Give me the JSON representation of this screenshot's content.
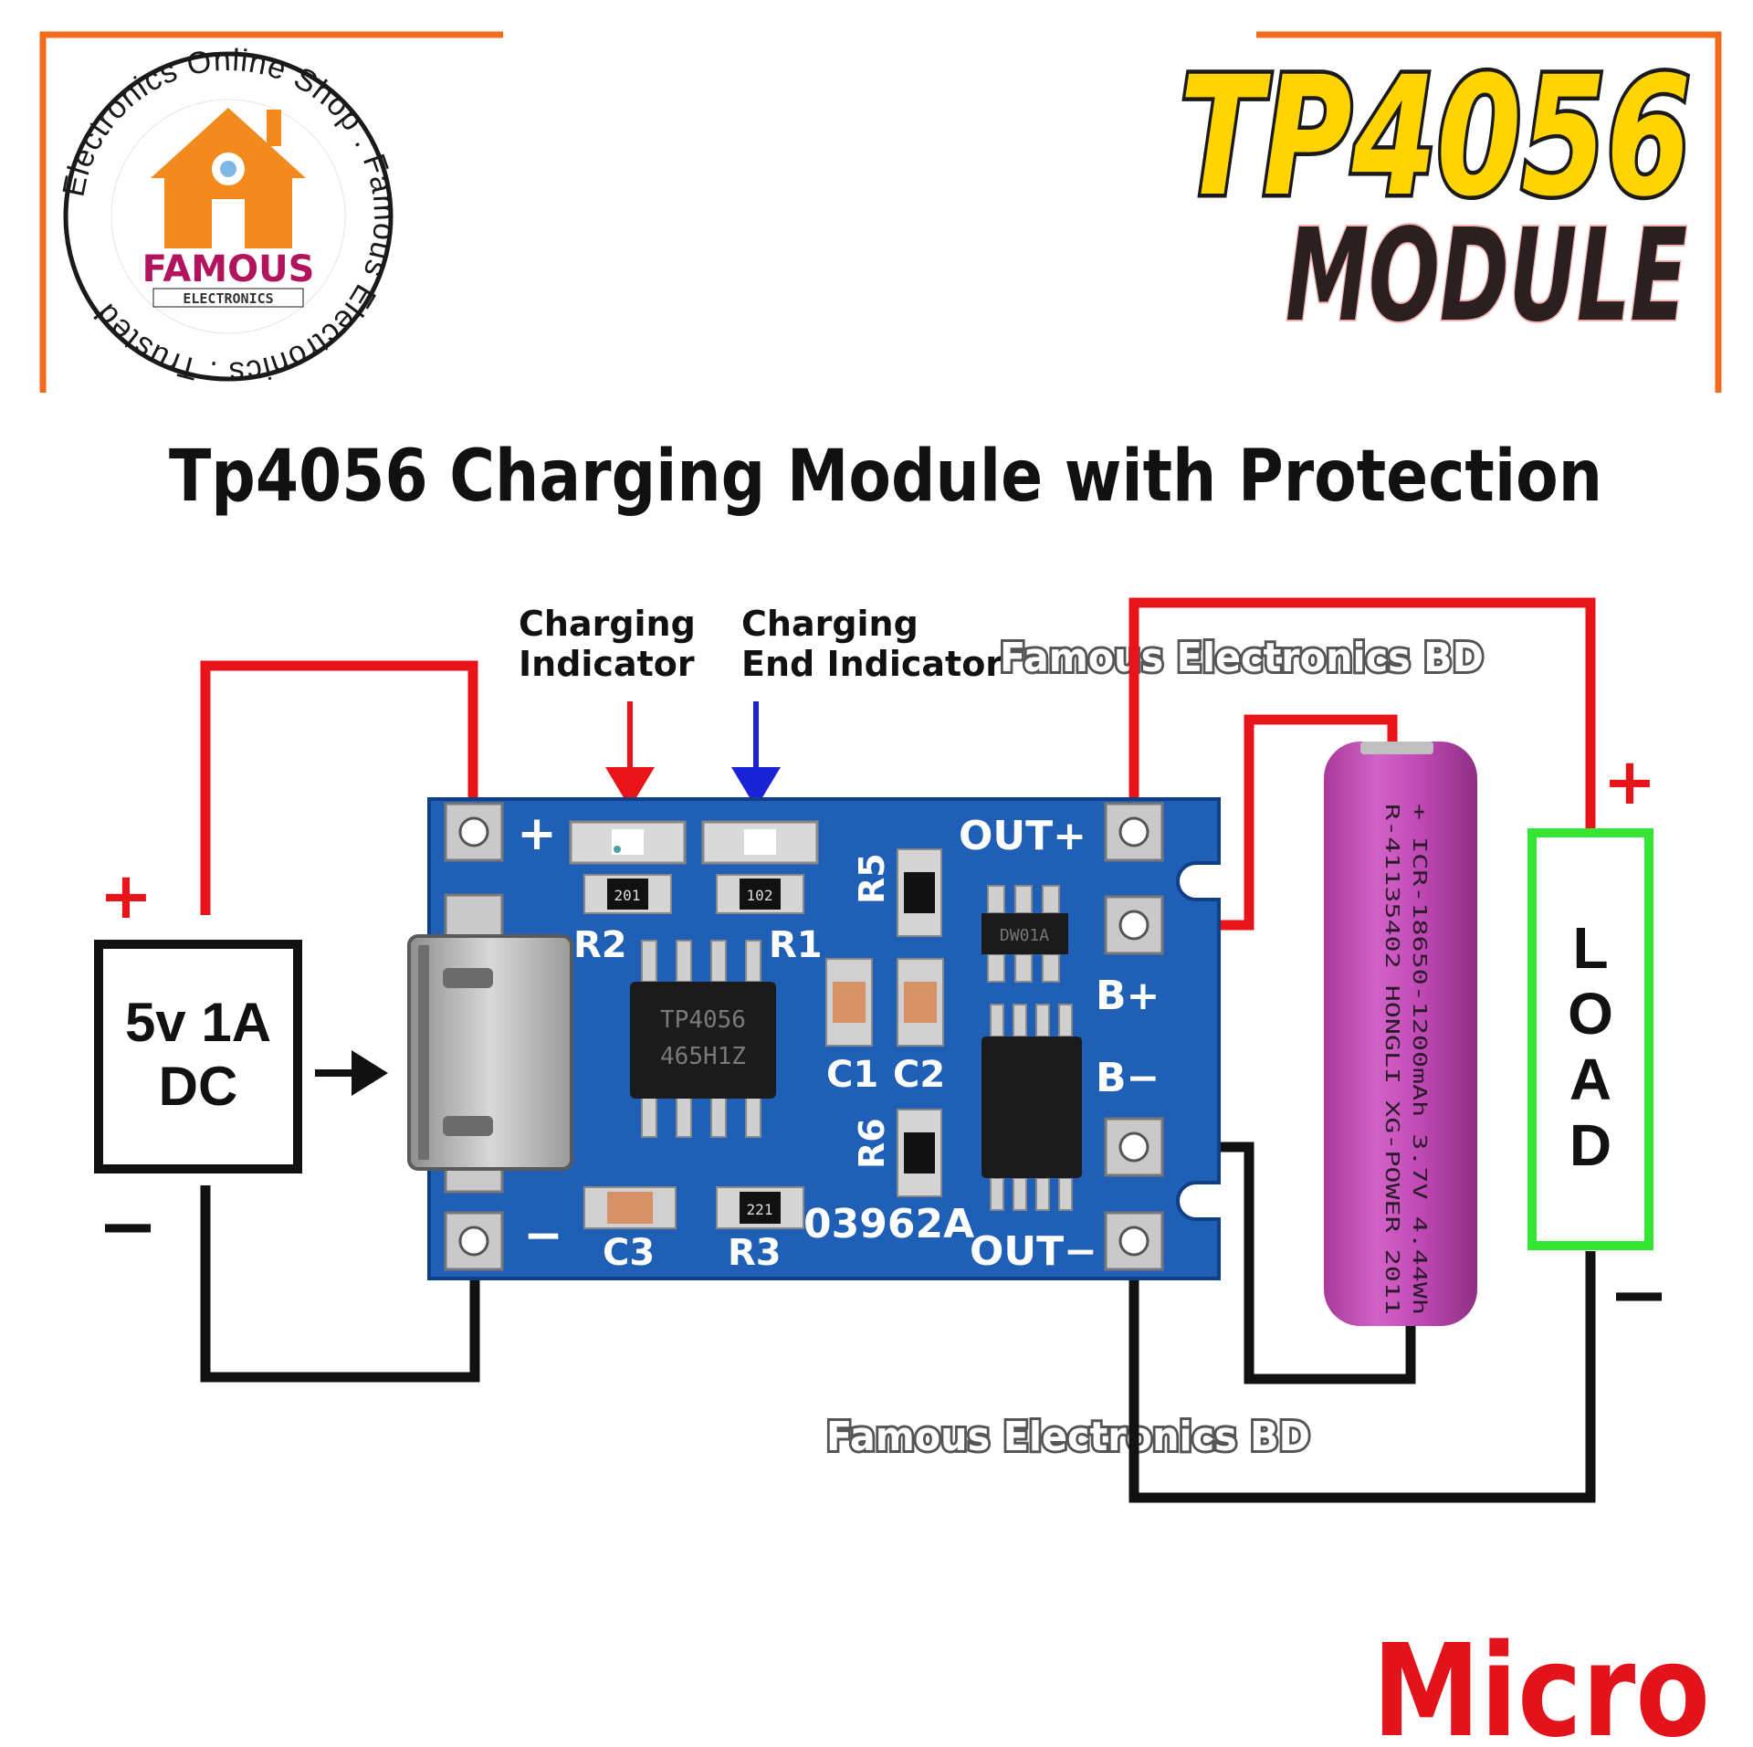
{
  "logo": {
    "ring_text": "Electronics Online Shop . Famous Electronics . Trusted",
    "brand": "FAMOUS",
    "brand_sub": "ELECTRONICS"
  },
  "header": {
    "title_line1": "TP4056",
    "title_line2": "MODULE"
  },
  "subtitle": "Tp4056 Charging Module with Protection",
  "watermark": "Famous Electronics BD",
  "labels": {
    "charging_indicator_1": "Charging",
    "charging_indicator_2": "Indicator",
    "end_indicator_1": "Charging",
    "end_indicator_2": "End Indicator"
  },
  "power_source": {
    "line1": "5v 1A",
    "line2": "DC",
    "plus": "+",
    "minus": "−"
  },
  "board": {
    "plus": "+",
    "minus": "−",
    "out_plus": "OUT+",
    "out_minus": "OUT−",
    "b_plus": "B+",
    "b_minus": "B−",
    "r1": "R1",
    "r2": "R2",
    "r3": "R3",
    "r5": "R5",
    "r6": "R6",
    "c1": "C1",
    "c2": "C2",
    "c3": "C3",
    "chip_line1": "TP4056",
    "chip_line2": "465H1Z",
    "code": "03962A",
    "dw_chip": "DW01A",
    "res_201": "201",
    "res_102": "102",
    "res_221": "221"
  },
  "battery": {
    "line1": "+ ICR-18650-1200mAh  3.7V  4.44Wh",
    "line2": "R-41135402 HONGLI XG-POWER 2011"
  },
  "load": {
    "letters": [
      "L",
      "O",
      "A",
      "D"
    ],
    "plus": "+",
    "minus": "−"
  },
  "footer": {
    "tag": "Micro"
  },
  "colors": {
    "frame": "#f26a1b",
    "wire_positive": "#e8141a",
    "wire_negative": "#111111",
    "end_arrow": "#1a24d6",
    "pcb": "#1f5fb5",
    "title_yellow": "#ffd400",
    "battery": "#c34bb8",
    "load_border": "#33e633",
    "micro_red": "#e3131b"
  }
}
